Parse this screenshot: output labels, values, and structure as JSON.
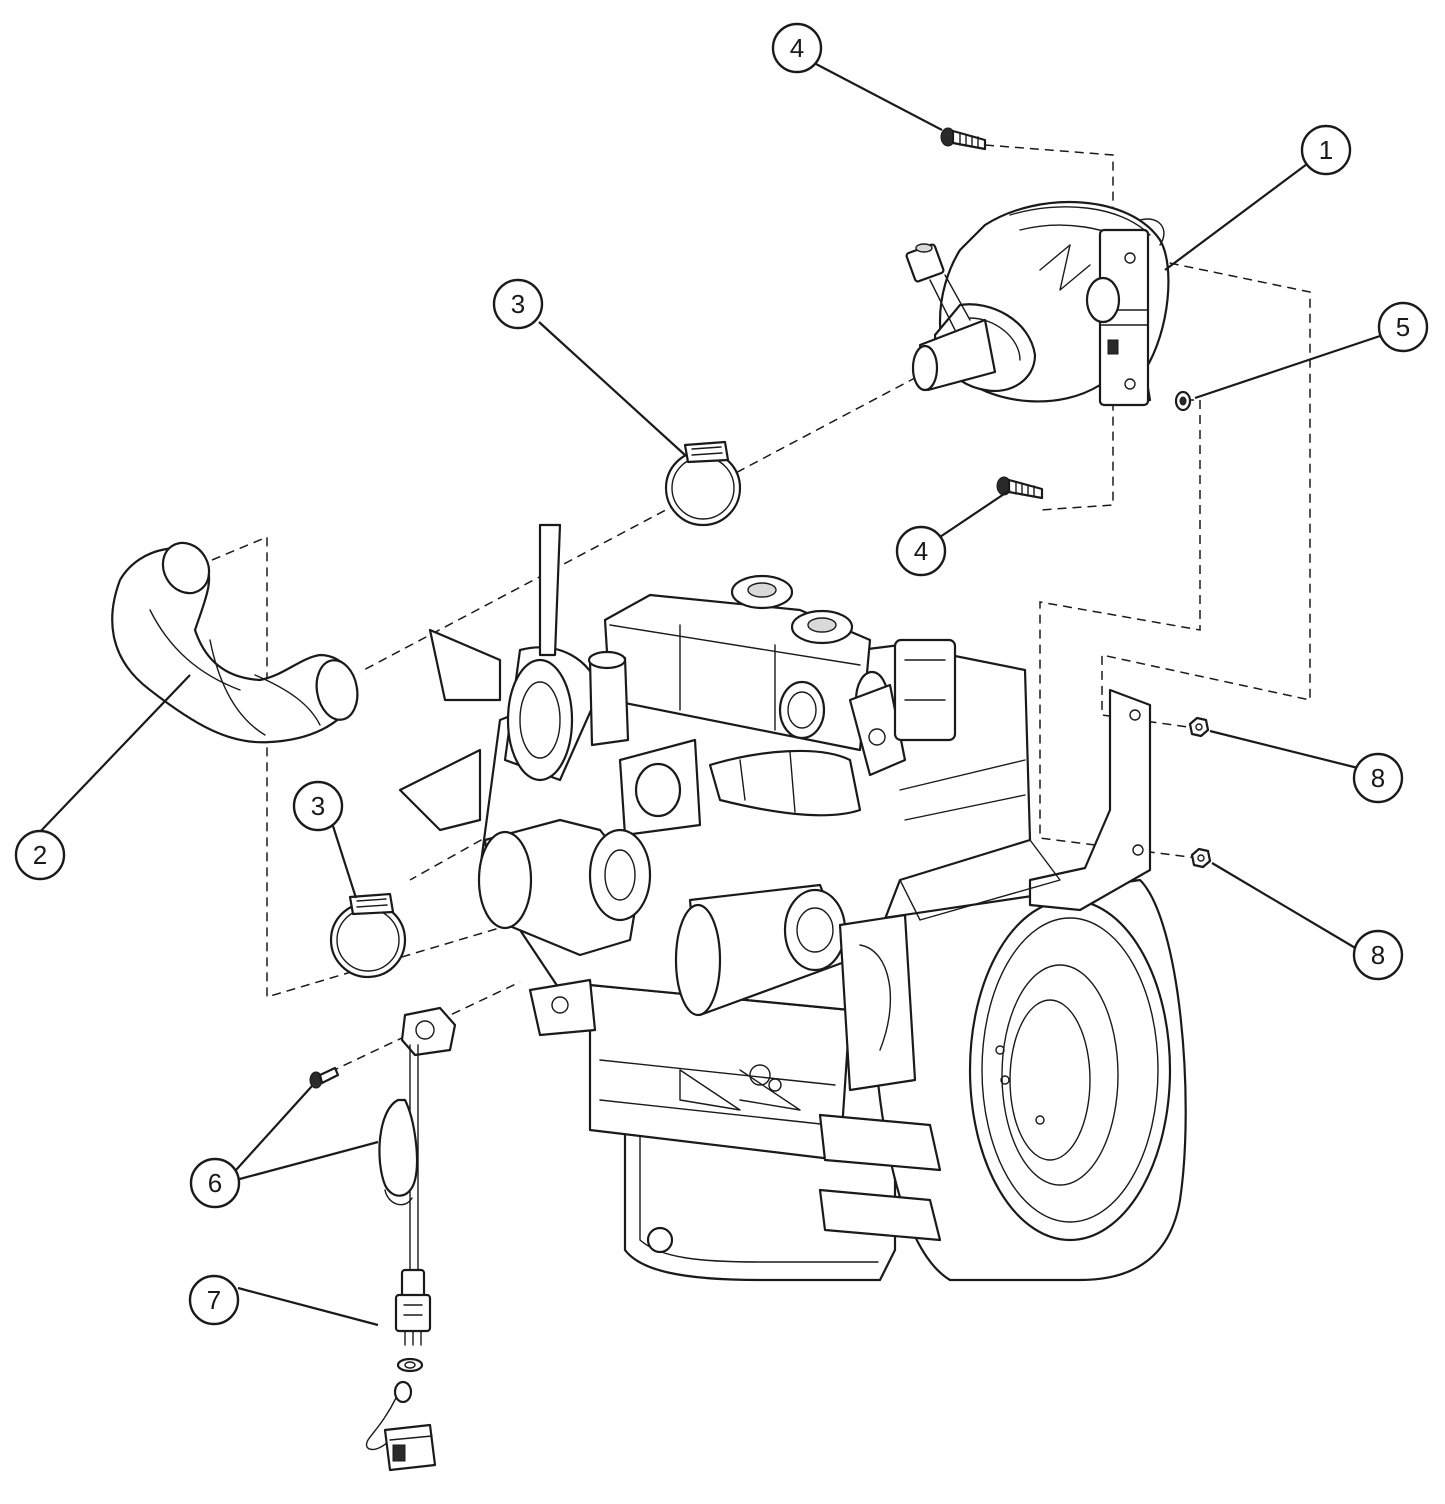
{
  "callouts": [
    {
      "id": "c1",
      "label": "1"
    },
    {
      "id": "c2",
      "label": "2"
    },
    {
      "id": "c3a",
      "label": "3"
    },
    {
      "id": "c3b",
      "label": "3"
    },
    {
      "id": "c4a",
      "label": "4"
    },
    {
      "id": "c4b",
      "label": "4"
    },
    {
      "id": "c5",
      "label": "5"
    },
    {
      "id": "c6",
      "label": "6"
    },
    {
      "id": "c7",
      "label": "7"
    },
    {
      "id": "c8a",
      "label": "8"
    },
    {
      "id": "c8b",
      "label": "8"
    }
  ],
  "colors": {
    "line": "#1a1a1a",
    "background": "#ffffff",
    "shade": "#d9d9d9"
  }
}
